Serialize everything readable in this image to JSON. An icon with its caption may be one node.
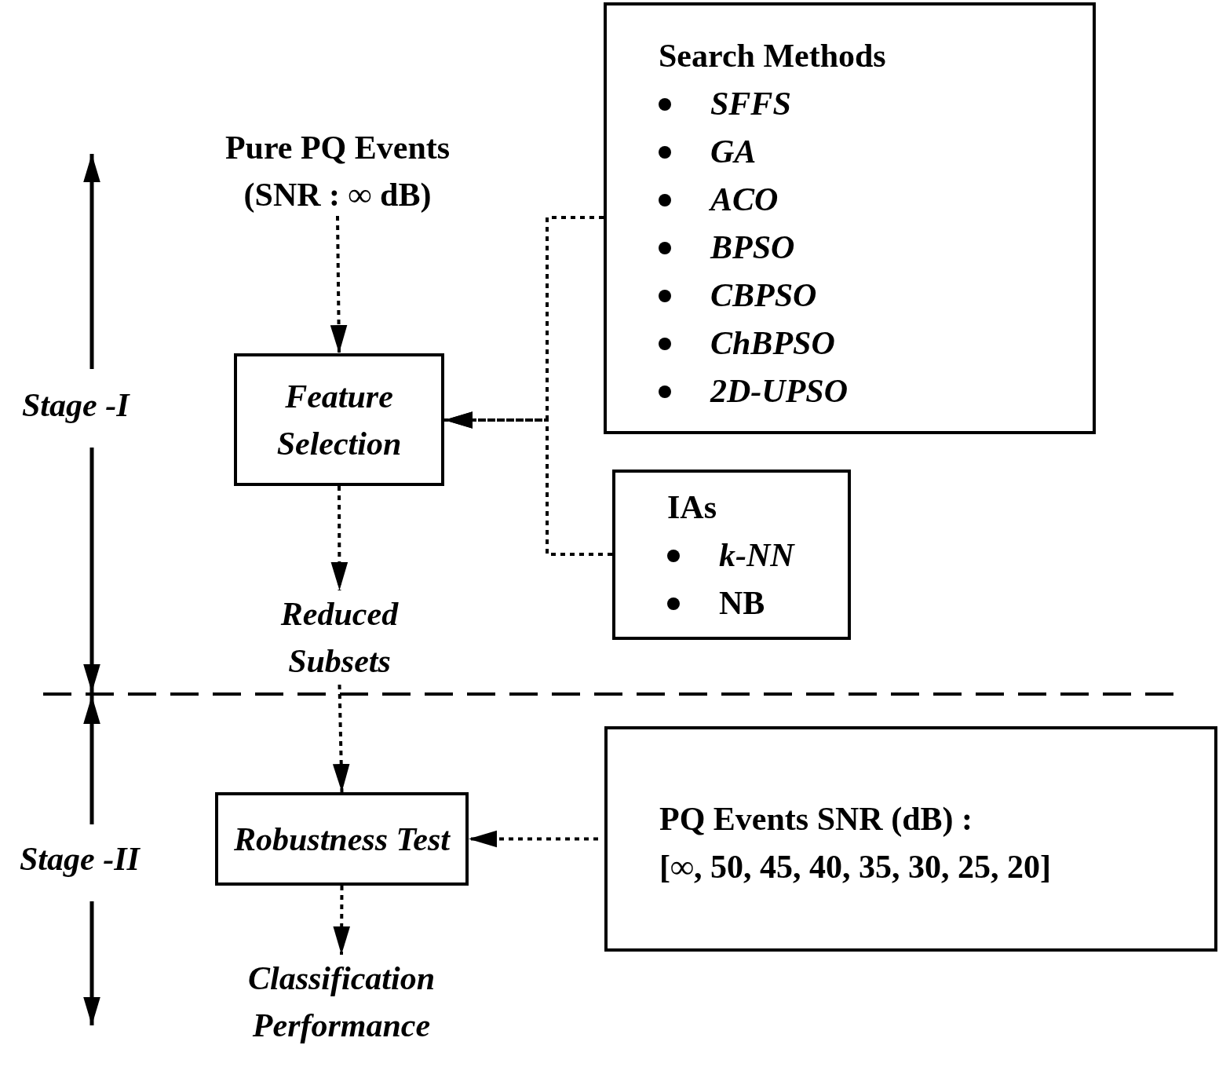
{
  "diagram": {
    "nodes": [
      {
        "text": [
          "Pure PQ Events (SNR : ∞ dB)"
        ]
      },
      {
        "text": [
          "Feature Selection"
        ]
      },
      {
        "text": [
          "Search Methods",
          "*SFFS*",
          "*GA*",
          "*ACO*",
          "*BPSO*",
          "*CBPSO*",
          "*ChBPSO*",
          "*2D-UPSO*"
        ]
      },
      {
        "text": [
          "IAs",
          "*k-NN*",
          "NB"
        ]
      },
      {
        "text": [
          "Reduced Subsets"
        ]
      },
      {
        "text": [
          "Robustness Test"
        ]
      },
      {
        "text": [
          "PQ Events SNR (dB) :",
          "[∞, 50, 45, 40, 35, 30, 25, 20]"
        ]
      },
      {
        "text": [
          "Classification Performance"
        ]
      }
    ],
    "edges": [
      {
        "from": 0,
        "to": 1,
        "arrow": "to",
        "style": "dashed"
      },
      {
        "from": 2,
        "to": 1,
        "arrow": "to",
        "style": "dashed"
      },
      {
        "from": 3,
        "to": 1,
        "arrow": "to",
        "style": "dashed"
      },
      {
        "from": 1,
        "to": 4,
        "arrow": "to",
        "style": "dashed"
      },
      {
        "from": 4,
        "to": 5,
        "arrow": "to",
        "style": "dashed"
      },
      {
        "from": 6,
        "to": 5,
        "arrow": "to",
        "style": "dashed"
      },
      {
        "from": 5,
        "to": 7,
        "arrow": "to",
        "style": "dashed"
      }
    ],
    "labels": [
      "Stage -I",
      "Stage -II"
    ]
  }
}
